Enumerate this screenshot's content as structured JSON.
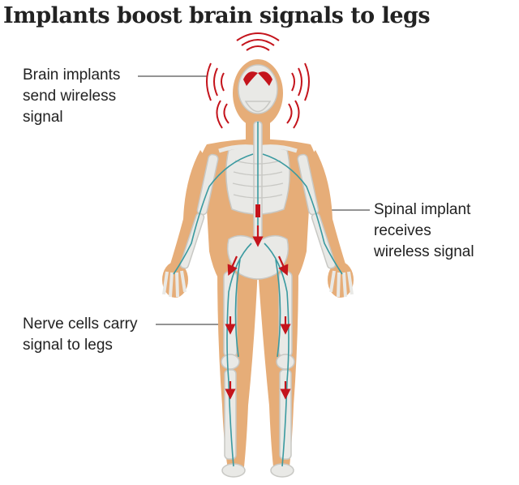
{
  "title": "Implants boost brain signals to legs",
  "labels": {
    "brain": [
      "Brain implants",
      "send wireless",
      "signal"
    ],
    "spinal": [
      "Spinal implant",
      "receives",
      "wireless signal"
    ],
    "nerve": [
      "Nerve cells carry",
      "signal to legs"
    ]
  },
  "colors": {
    "skin": "#e6ad78",
    "bone": "#e9e9e6",
    "bone_outline": "#c8c8c4",
    "nerve": "#3a9aa0",
    "signal_red": "#c4141c",
    "leader_line": "#555555",
    "text": "#222222"
  }
}
